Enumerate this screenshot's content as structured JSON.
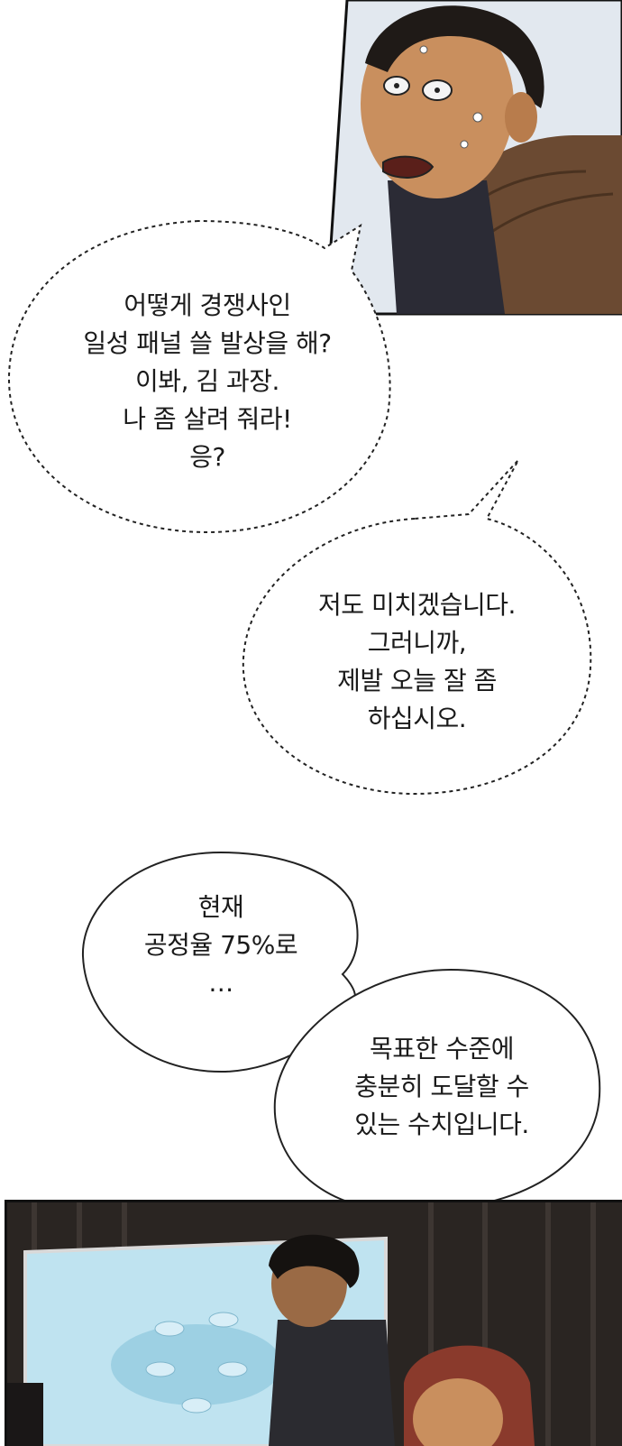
{
  "panels": [
    {
      "id": "top-panel",
      "description_colors": {
        "bg": "#dfe6ee",
        "skin": "#c98f5e",
        "hair": "#1f1a17"
      }
    },
    {
      "id": "bottom-panel",
      "description_colors": {
        "bg": "#2a2522",
        "screen": "#a9d8ea"
      }
    }
  ],
  "bubbles": {
    "b1": {
      "lines": [
        "어떻게 경쟁사인",
        "일성 패널 쓸 발상을 해?",
        "이봐, 김 과장.",
        "나 좀 살려 줘라!",
        "응?"
      ]
    },
    "b2": {
      "lines": [
        "저도 미치겠습니다.",
        "그러니까,",
        "제발 오늘 잘 좀",
        "하십시오."
      ]
    },
    "b3": {
      "lines": [
        "현재",
        "공정율 75%로",
        "…"
      ]
    },
    "b4": {
      "lines": [
        "목표한 수준에",
        "충분히 도달할 수",
        "있는 수치입니다."
      ]
    }
  }
}
